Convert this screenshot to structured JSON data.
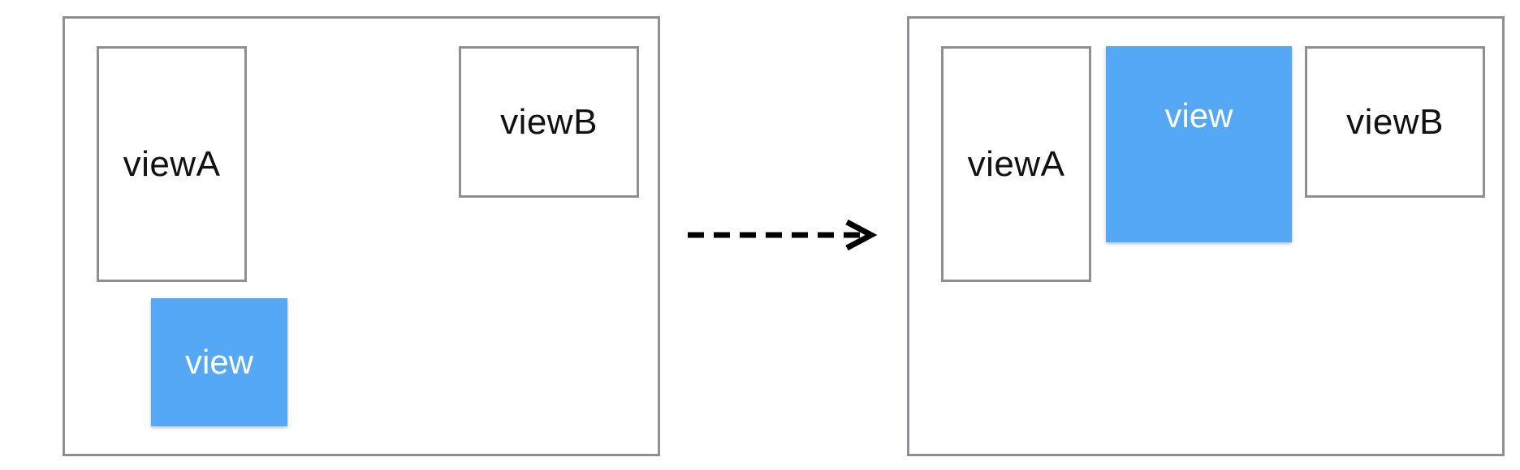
{
  "colors": {
    "panel_border": "#8e8e93",
    "view_fill": "#55a8f5",
    "text_dark": "#111111",
    "text_light": "#ffffff",
    "arrow": "#000000"
  },
  "before": {
    "viewA_label": "viewA",
    "viewB_label": "viewB",
    "view_label": "view"
  },
  "after": {
    "viewA_label": "viewA",
    "view_label": "view",
    "viewB_label": "viewB"
  },
  "arrow": {
    "style": "dashed",
    "direction": "right"
  }
}
